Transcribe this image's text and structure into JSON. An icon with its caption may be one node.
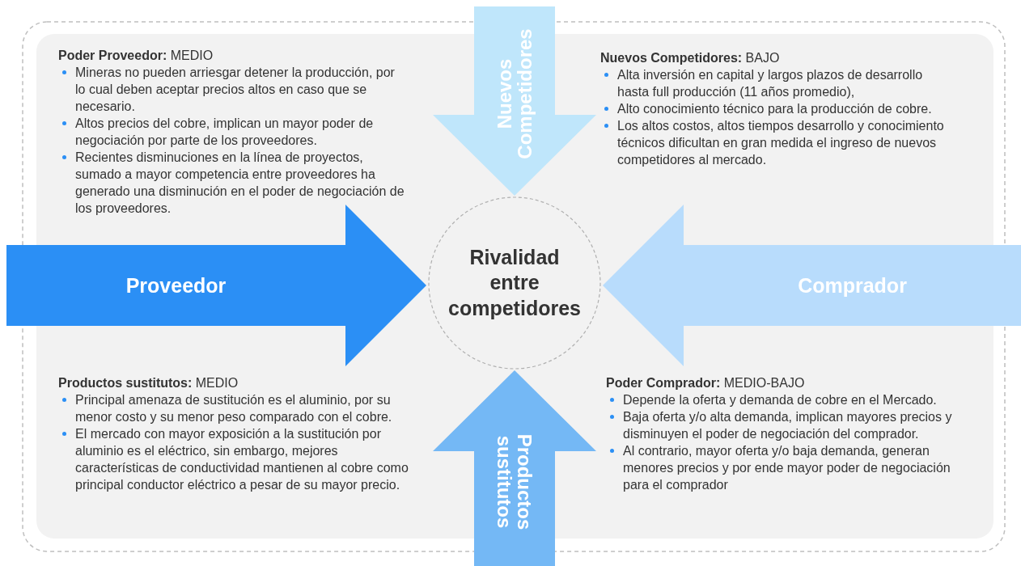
{
  "diagram": {
    "nodes": [
      {
        "text": [
          "Nuevos Competidores"
        ]
      },
      {
        "text": [
          "Proveedor"
        ]
      },
      {
        "text": [
          "Rivalidad entre competidores"
        ]
      },
      {
        "text": [
          "Comprador"
        ]
      },
      {
        "text": [
          "Productos sustitutos"
        ]
      }
    ],
    "labels": [
      "**Poder Proveedor:** MEDIO",
      "Mineras no pueden arriesgar detener la producción, por lo cual deben aceptar precios altos en caso que se necesario.",
      "Altos precios del cobre, implican un mayor poder de negociación por parte de los proveedores.",
      "Recientes disminuciones en la línea de proyectos, sumado a mayor competencia entre proveedores ha generado una disminución en el poder de negociación de los proveedores.",
      "**Nuevos Competidores:** BAJO",
      "Alta inversión en capital y largos plazos de desarrollo hasta full producción (11 años promedio),",
      "Alto conocimiento técnico para la producción de cobre.",
      "Los altos costos, altos tiempos desarrollo y conocimiento técnicos dificultan en gran medida el ingreso de nuevos competidores al mercado.",
      "**Productos sustitutos:** MEDIO",
      "Principal amenaza de sustitución es el aluminio, por su menor costo y su menor peso comparado con el cobre.",
      "El mercado con mayor exposición a la sustitución por aluminio es el eléctrico, sin embargo, mejores características de conductividad mantienen al cobre como principal conductor eléctrico a pesar de su mayor precio.",
      "**Poder Comprador:** MEDIO-BAJO",
      "Depende la oferta y demanda  de cobre en el Mercado.",
      "Baja oferta y/o alta demanda, implican mayores precios y disminuyen el poder de negociación del comprador.",
      "Al contrario, mayor oferta y/o baja demanda, generan menores precios y por ende mayor poder de negociación para el comprador"
    ]
  }
}
